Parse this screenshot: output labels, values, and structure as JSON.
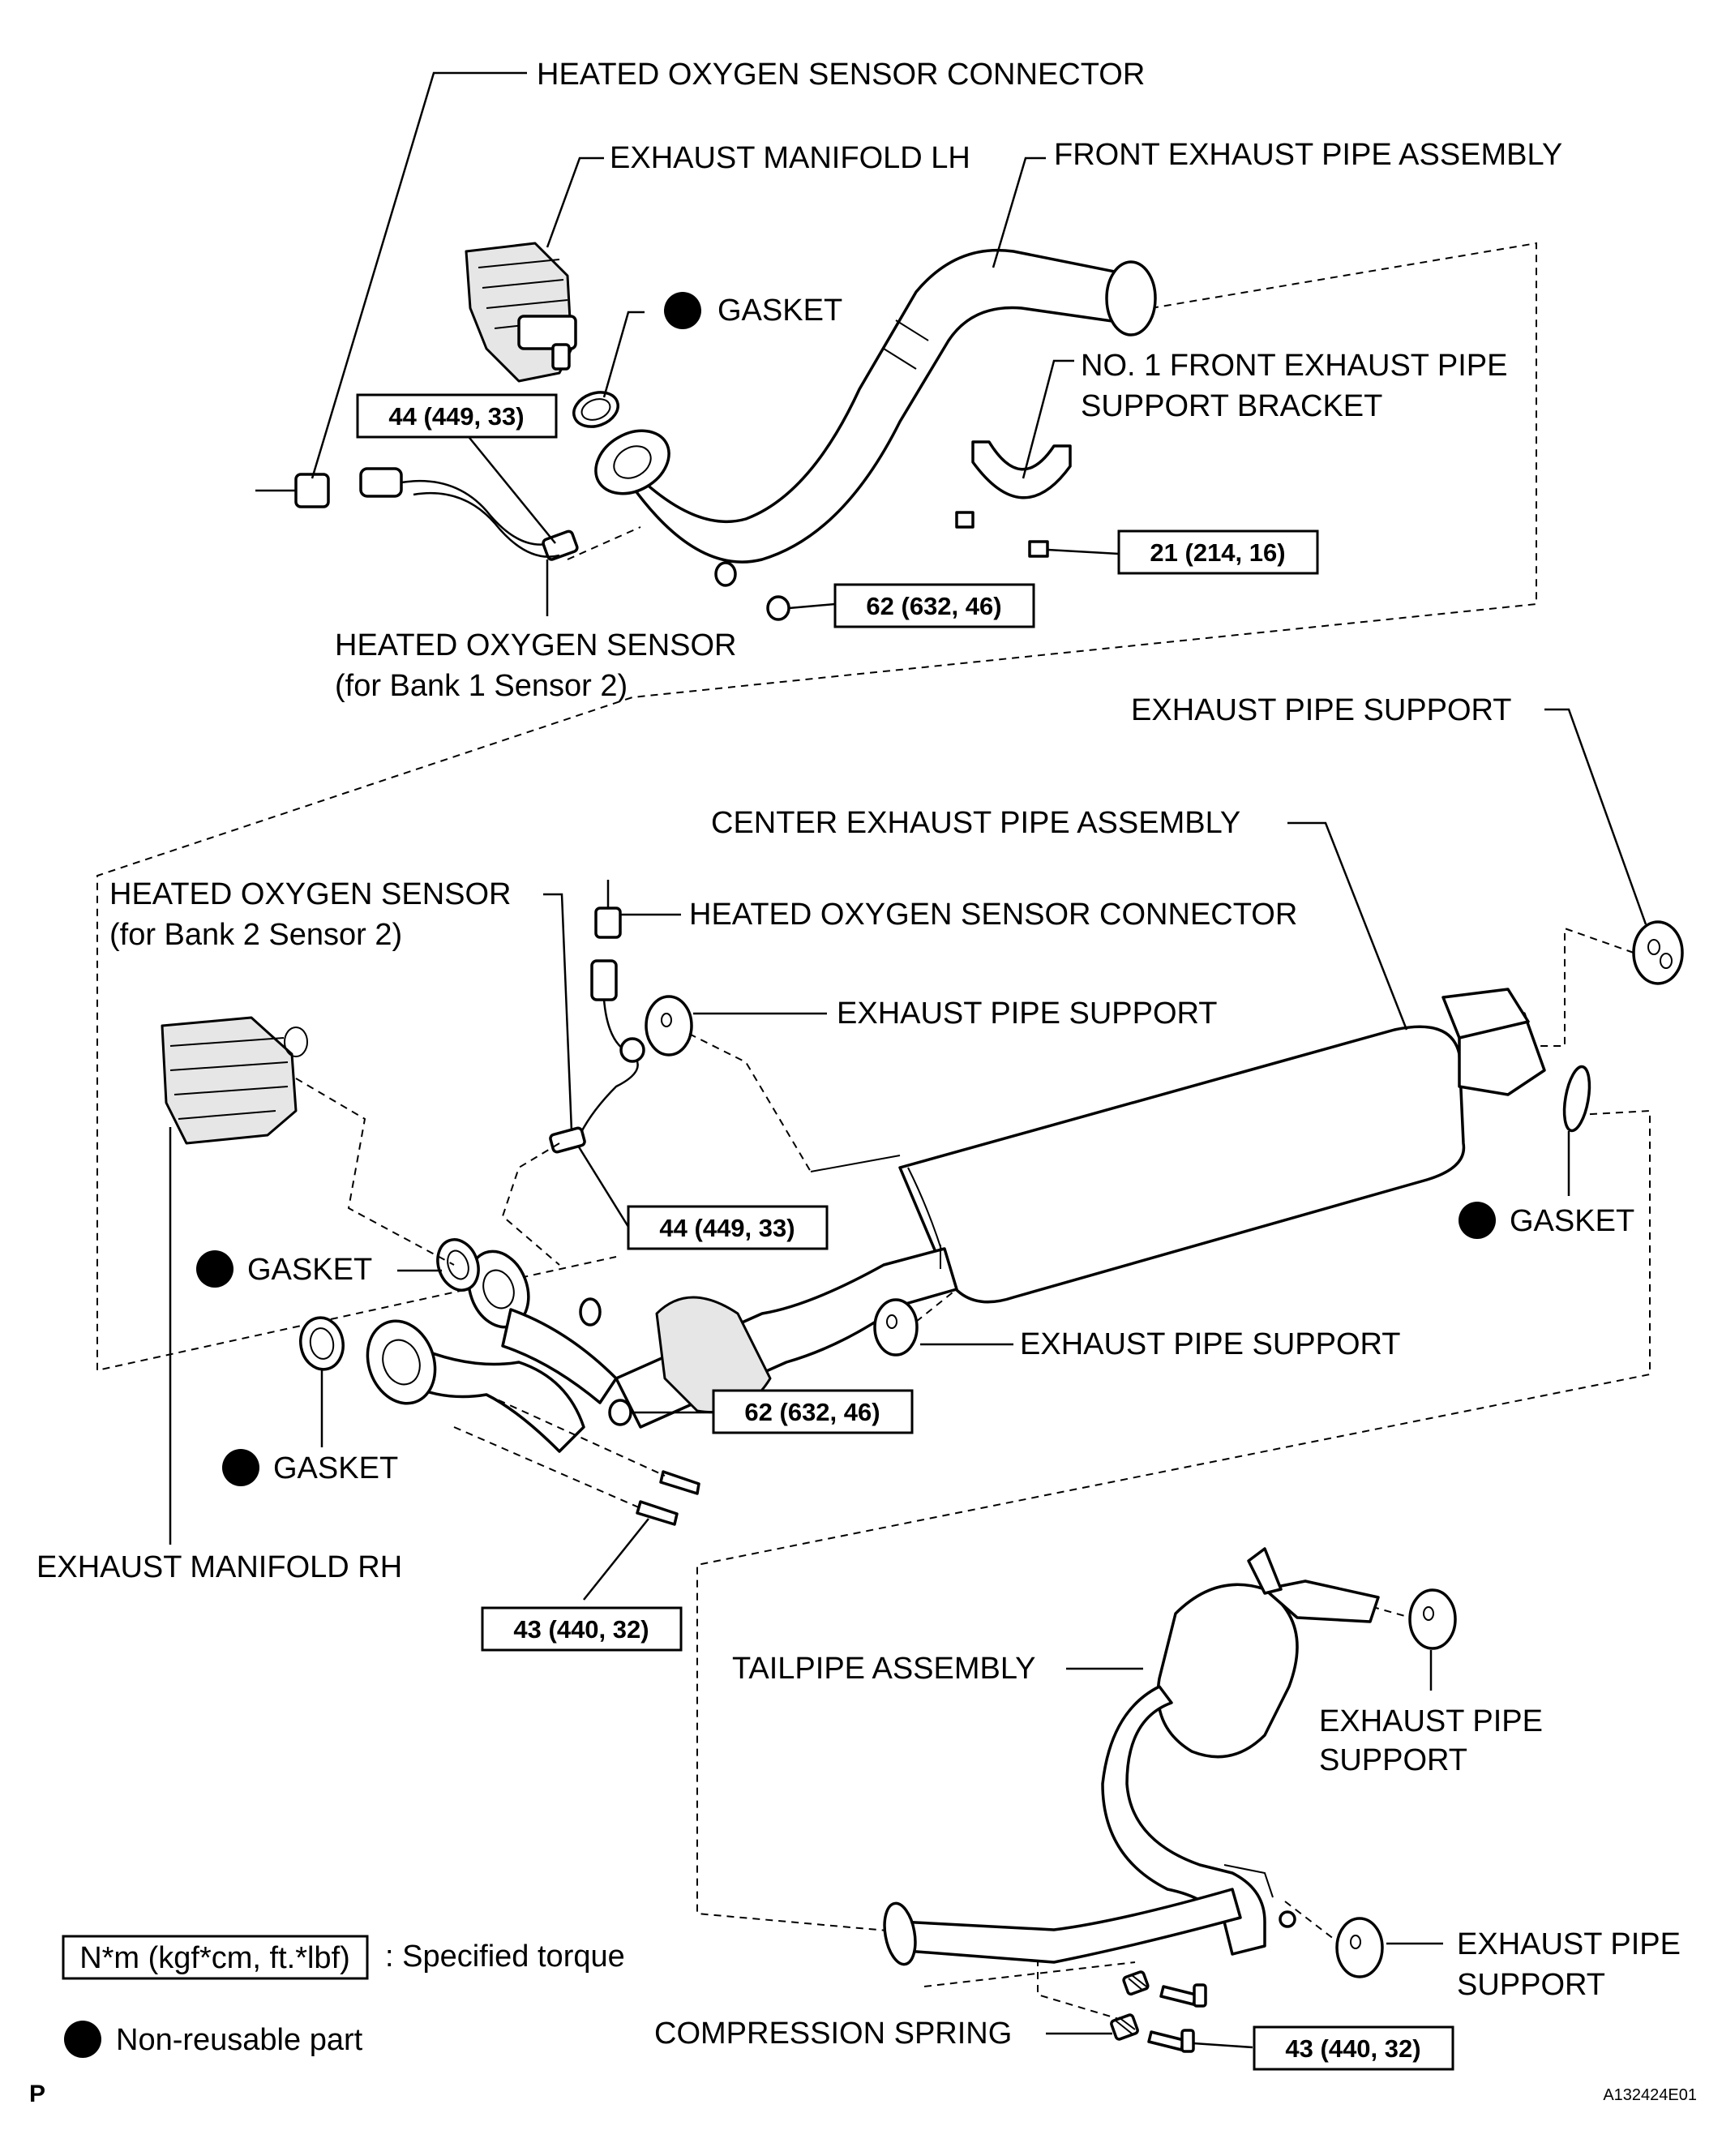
{
  "labels": {
    "ho2s_connector_top": "HEATED OXYGEN SENSOR CONNECTOR",
    "exhaust_manifold_lh": "EXHAUST MANIFOLD LH",
    "front_exhaust_pipe_assembly": "FRONT EXHAUST PIPE ASSEMBLY",
    "gasket_top": "GASKET",
    "no1_bracket_line1": "NO. 1 FRONT EXHAUST PIPE",
    "no1_bracket_line2": "SUPPORT BRACKET",
    "ho2s_bank1_line1": "HEATED OXYGEN SENSOR",
    "ho2s_bank1_line2": "(for Bank 1 Sensor 2)",
    "exhaust_pipe_support_top_right": "EXHAUST PIPE SUPPORT",
    "center_exhaust_pipe_assembly": "CENTER EXHAUST PIPE ASSEMBLY",
    "ho2s_bank2_line1": "HEATED OXYGEN SENSOR",
    "ho2s_bank2_line2": "(for Bank 2 Sensor 2)",
    "ho2s_connector_mid": "HEATED OXYGEN SENSOR CONNECTOR",
    "exhaust_pipe_support_mid": "EXHAUST PIPE SUPPORT",
    "gasket_right": "GASKET",
    "gasket_left_upper": "GASKET",
    "exhaust_pipe_support_lower": "EXHAUST PIPE SUPPORT",
    "gasket_left_lower": "GASKET",
    "exhaust_manifold_rh": "EXHAUST MANIFOLD RH",
    "tailpipe_assembly": "TAILPIPE ASSEMBLY",
    "exhaust_pipe_support_tail_upper_line1": "EXHAUST PIPE",
    "exhaust_pipe_support_tail_upper_line2": "SUPPORT",
    "exhaust_pipe_support_tail_lower_line1": "EXHAUST PIPE",
    "exhaust_pipe_support_tail_lower_line2": "SUPPORT",
    "compression_spring": "COMPRESSION SPRING"
  },
  "torques": {
    "t_44_upper": "44 (449, 33)",
    "t_21": "21 (214, 16)",
    "t_62_upper": "62 (632, 46)",
    "t_44_lower": "44 (449, 33)",
    "t_62_lower": "62 (632, 46)",
    "t_43_left": "43 (440, 32)",
    "t_43_right": "43 (440, 32)"
  },
  "legend": {
    "torque_unit_box": "N*m (kgf*cm, ft.*lbf)",
    "torque_desc": ": Specified torque",
    "non_reusable_desc": "Non-reusable part"
  },
  "corner": {
    "page_code": "P",
    "figure_id": "A132424E01"
  },
  "icons": {
    "non_reusable_marker": "filled-circle-icon"
  }
}
